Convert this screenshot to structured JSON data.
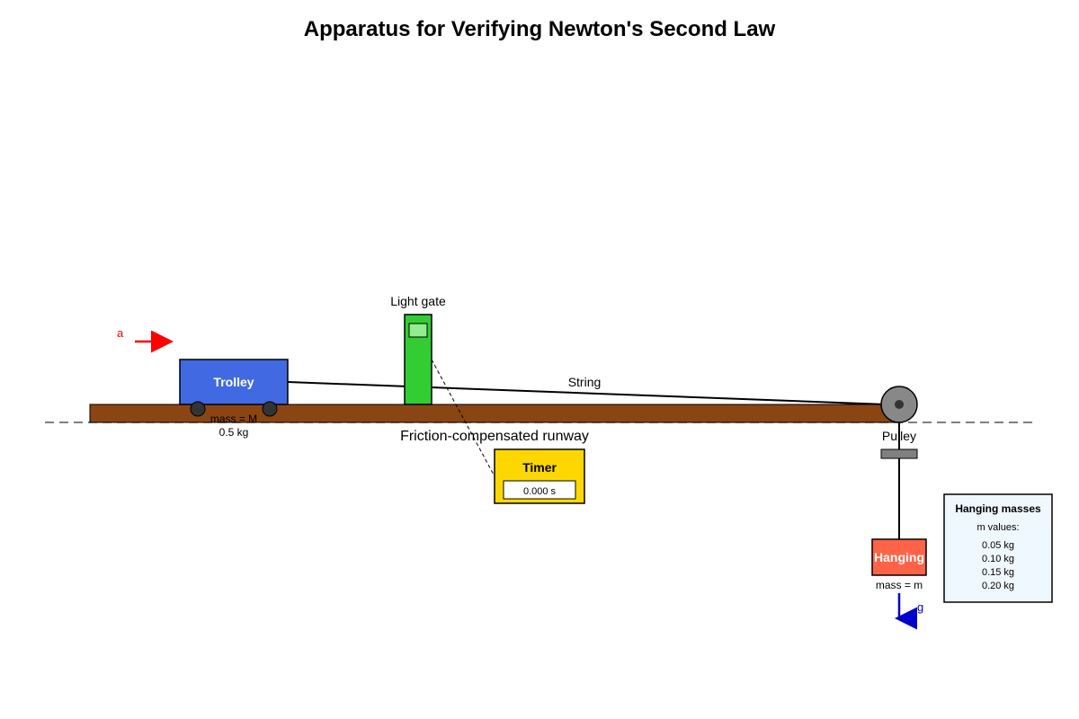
{
  "title": "Apparatus for Verifying Newton's Second Law",
  "acceleration_label": "a",
  "trolley": {
    "label": "Trolley",
    "mass_label": "mass = M",
    "mass_value": "0.5 kg"
  },
  "light_gate": {
    "label": "Light gate"
  },
  "string_label": "String",
  "runway_label": "Friction-compensated runway",
  "timer": {
    "label": "Timer",
    "reading": "0.000 s"
  },
  "pulley_label": "Pulley",
  "hanging_mass": {
    "label": "Hanging",
    "mass_label": "mass = m"
  },
  "gravity_label": "g",
  "mass_panel": {
    "title": "Hanging masses",
    "subtitle": "m values:",
    "values": [
      "0.05 kg",
      "0.10 kg",
      "0.15 kg",
      "0.20 kg"
    ]
  },
  "colors": {
    "runway": "#8B4513",
    "trolley": "#4169E1",
    "light_gate": "#32CD32",
    "light_gate_window": "#90EE90",
    "timer": "#FFD700",
    "hanging_mass": "#FF6347",
    "pulley": "#888888",
    "acceleration_arrow": "#FF0000",
    "gravity_arrow": "#0000CC",
    "panel_bg": "#F0F8FF"
  }
}
